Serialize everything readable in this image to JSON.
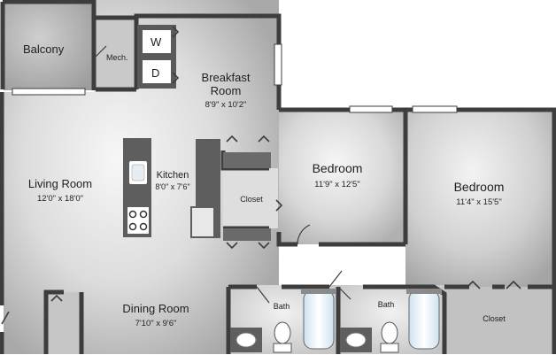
{
  "rooms": {
    "balcony": {
      "name": "Balcony"
    },
    "mech": {
      "name": "Mech."
    },
    "washer": {
      "letter": "W"
    },
    "dryer": {
      "letter": "D"
    },
    "breakfast": {
      "line1": "Breakfast",
      "line2": "Room",
      "dims": "8'9\" x 10'2\""
    },
    "kitchen": {
      "name": "Kitchen",
      "dims": "8'0\" x 7'6\""
    },
    "living": {
      "name": "Living Room",
      "dims": "12'0\" x 18'0\""
    },
    "closet_center": {
      "name": "Closet"
    },
    "bedroom1": {
      "name": "Bedroom",
      "dims": "11'9\" x 12'5\""
    },
    "bedroom2": {
      "name": "Bedroom",
      "dims": "11'4\" x 15'5\""
    },
    "dining": {
      "name": "Dining Room",
      "dims": "7'10\" x 9'6\""
    },
    "bath1": {
      "name": "Bath"
    },
    "bath2": {
      "name": "Bath"
    },
    "closet_right": {
      "name": "Closet"
    }
  },
  "colors": {
    "wall": "#3d3d3d",
    "floor_light": "#f2f2f2",
    "floor_mid": "#cfcfcf",
    "floor_dark": "#a9a9a9",
    "counter": "#5e5e5e"
  }
}
